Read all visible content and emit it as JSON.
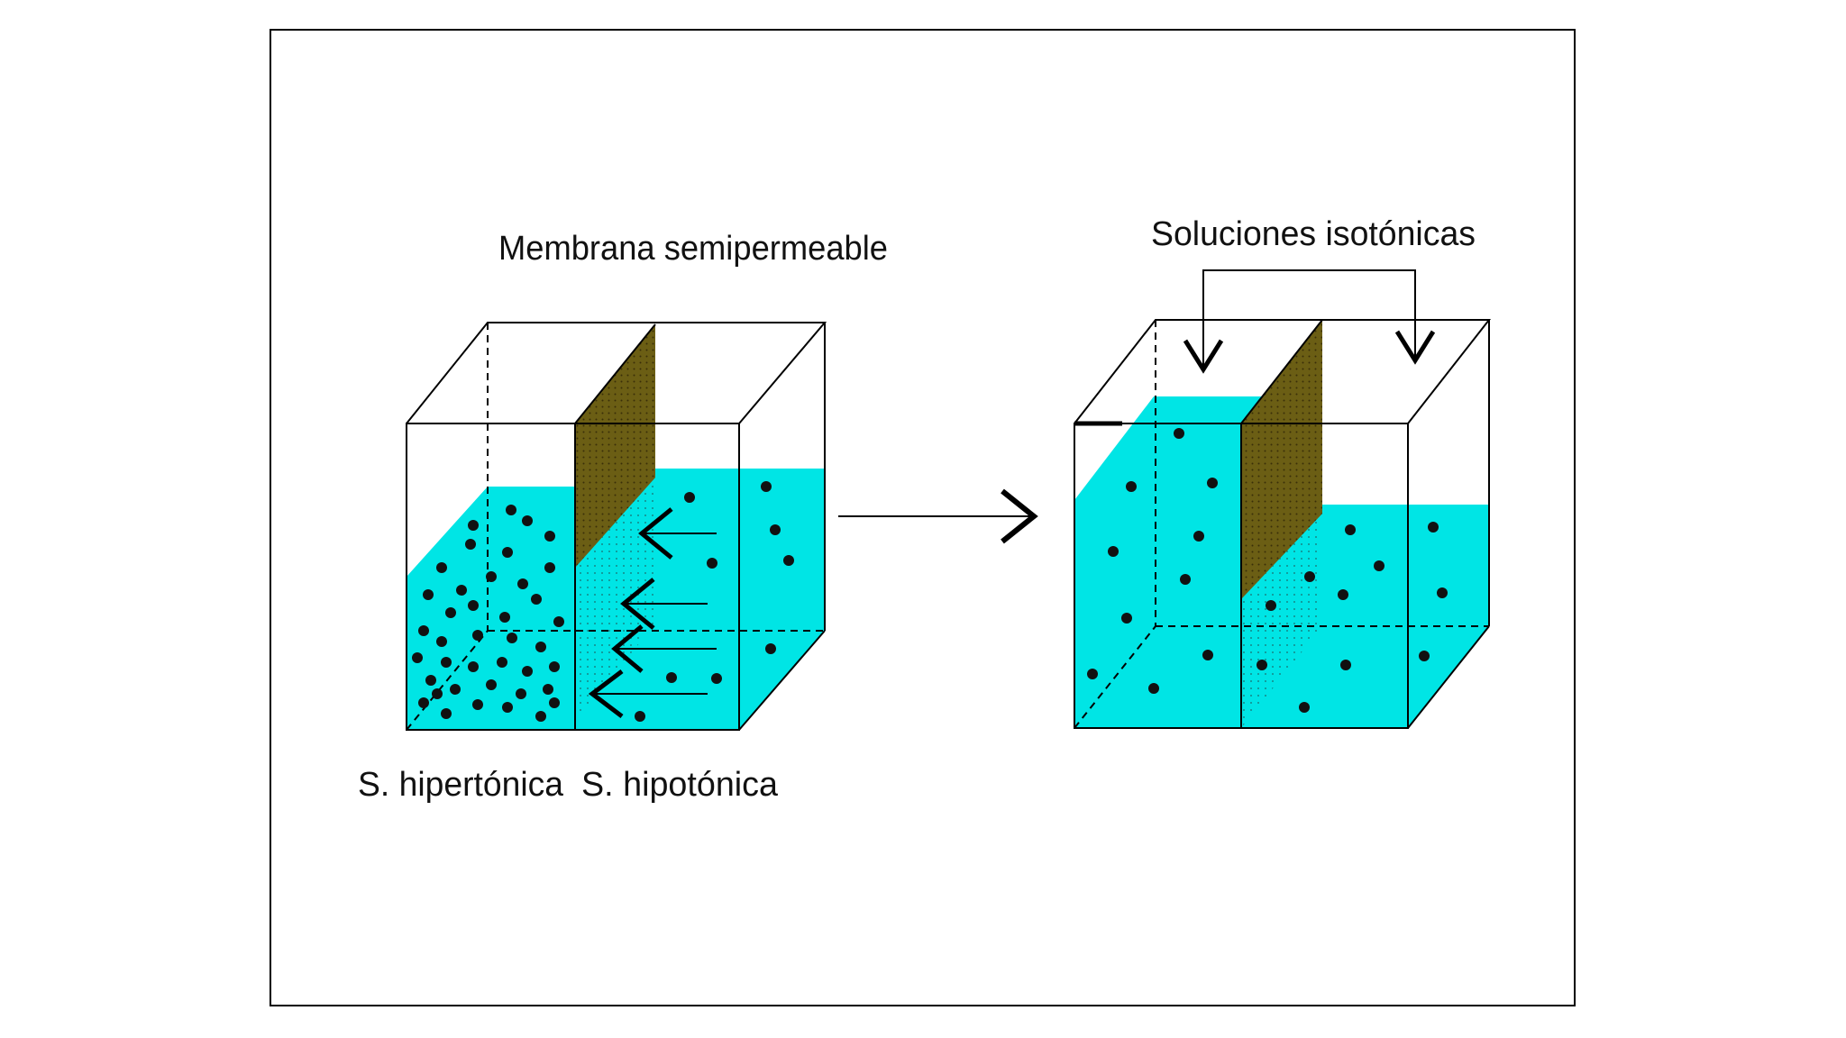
{
  "labels": {
    "membrane": "Membrana semipermeable",
    "isotonic": "Soluciones isotónicas",
    "hypertonic": "S. hipertónica",
    "hypotonic": "S. hipotónica"
  },
  "colors": {
    "water": "#00E5E5",
    "membrane": "#6B5E14",
    "membrane_dots": "#3A2F08",
    "particle": "#111111",
    "outline": "#000000"
  },
  "icons": {
    "flow_arrow": "arrow-left-icon",
    "transition_arrow": "arrow-right-icon",
    "pointer_arrow": "arrow-down-icon"
  }
}
